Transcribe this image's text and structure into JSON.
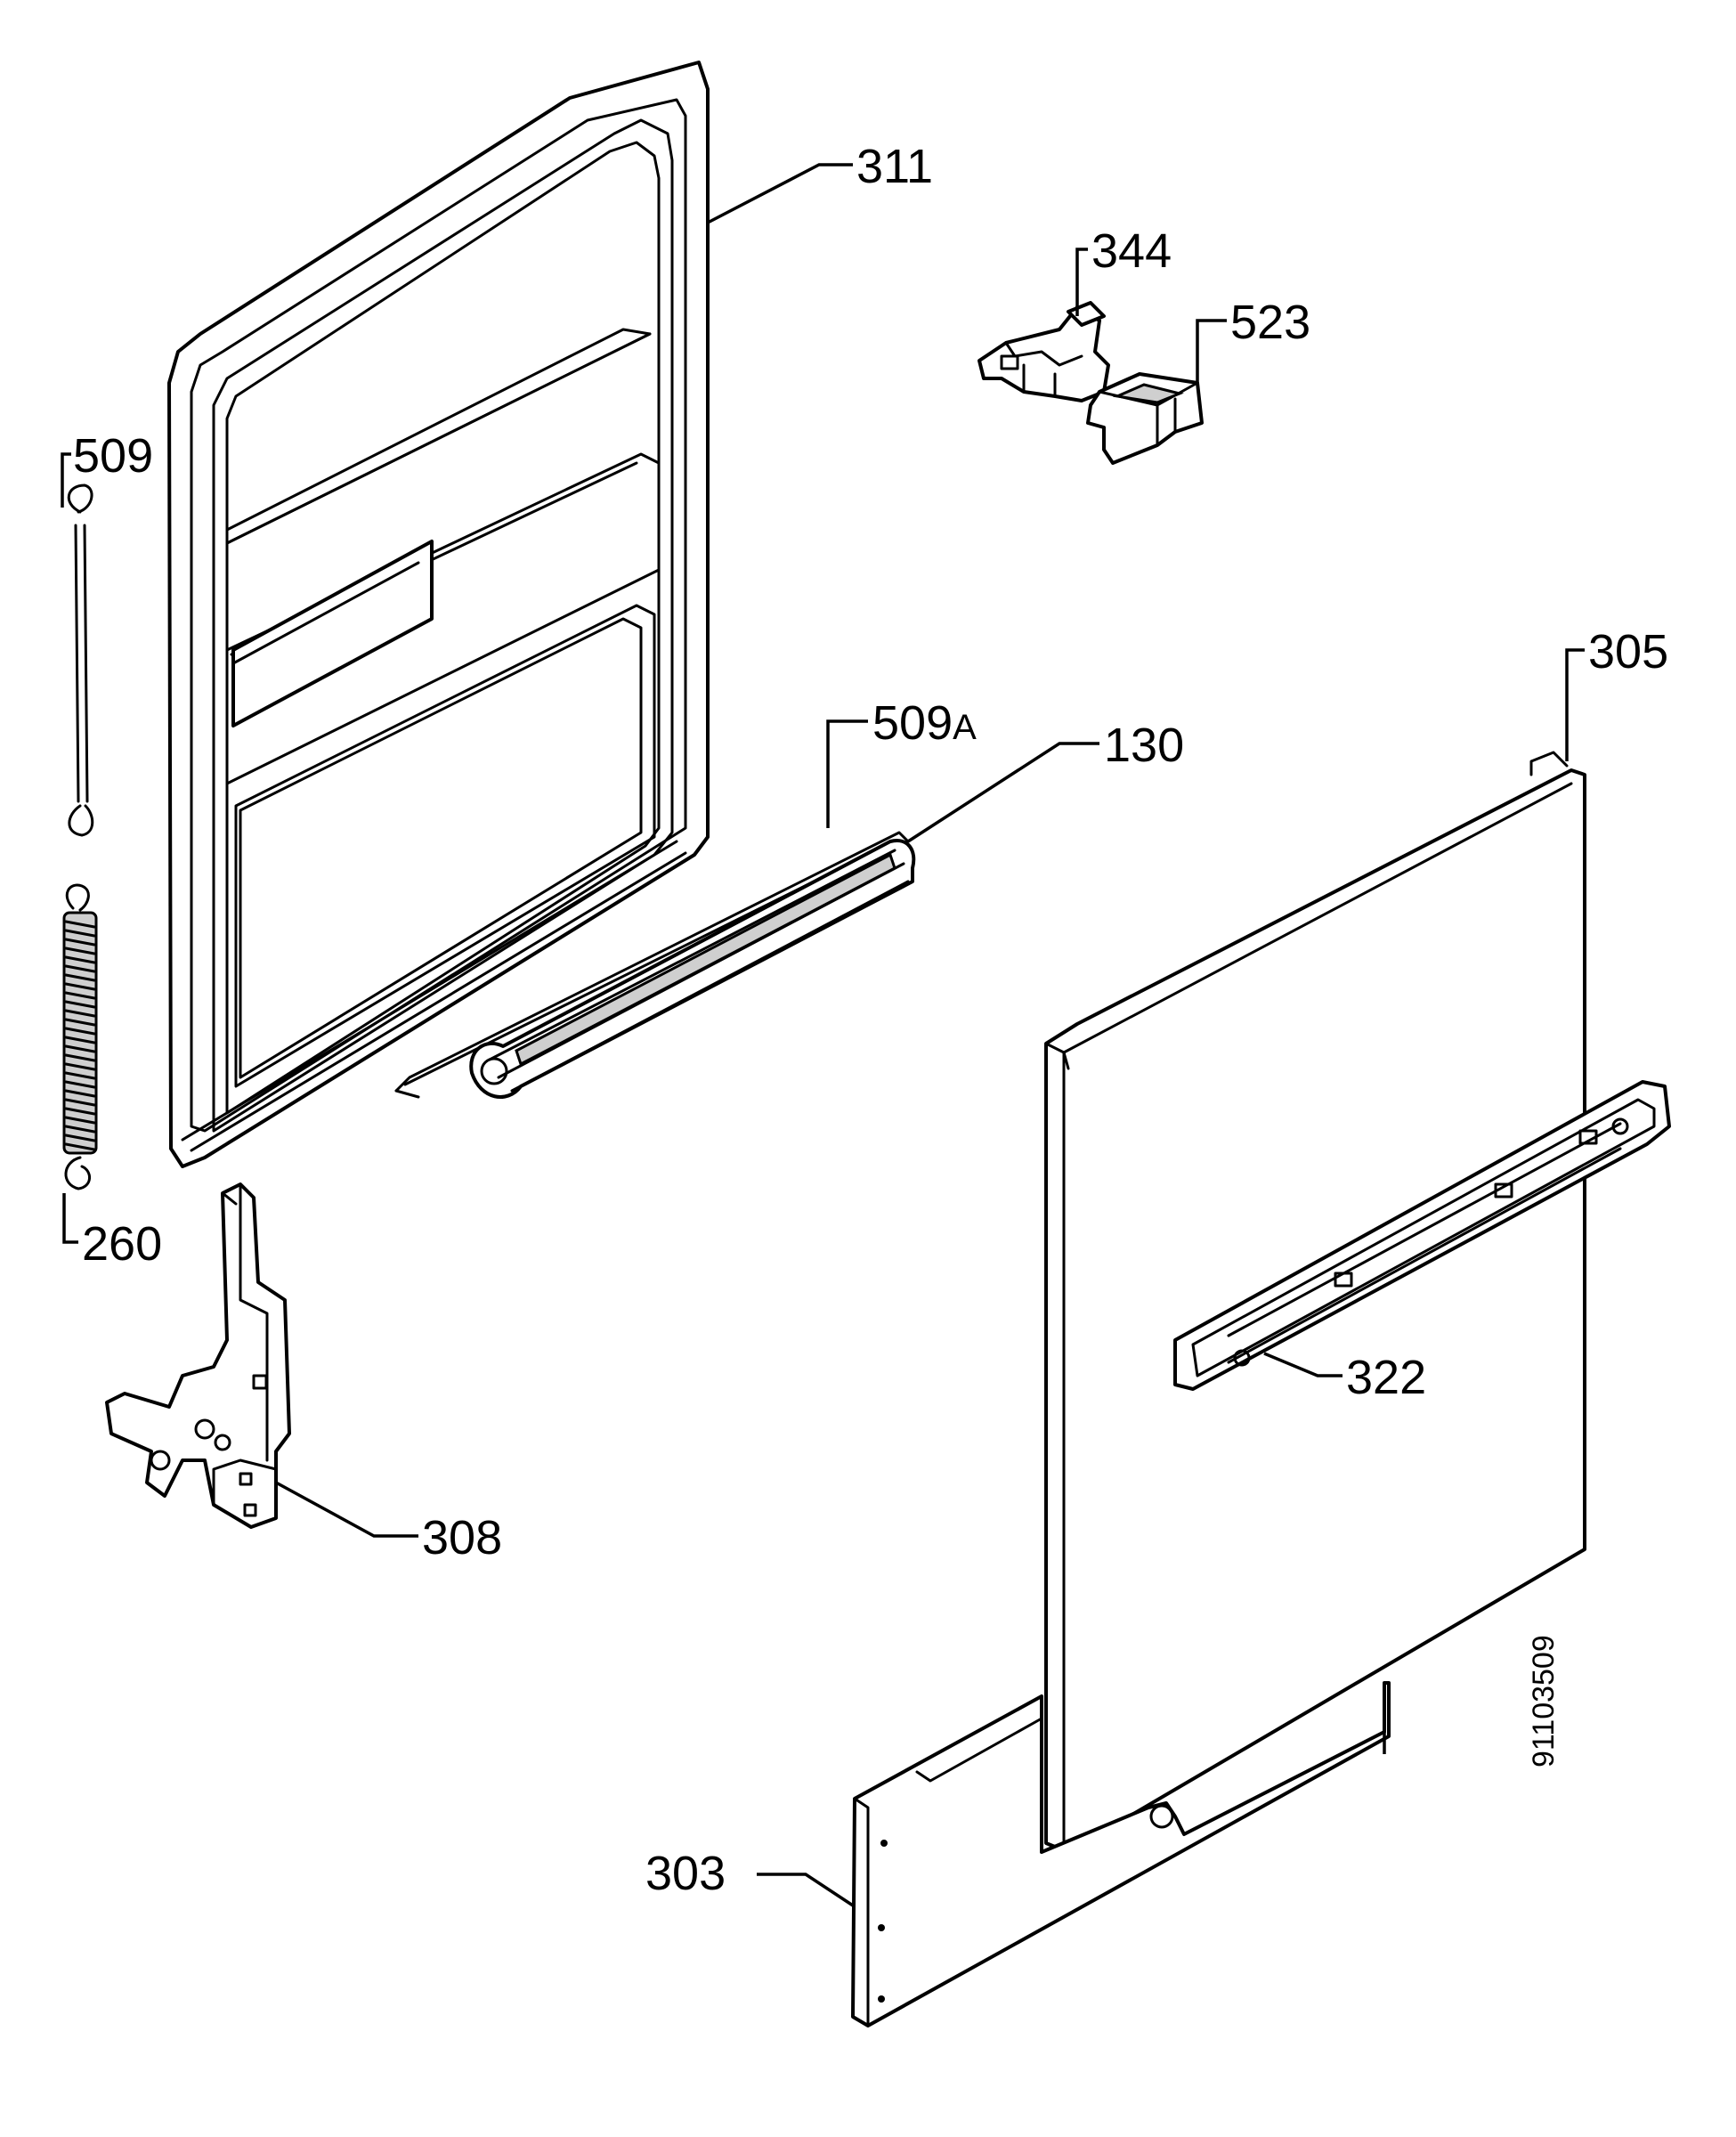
{
  "labels": {
    "p311": "311",
    "p344": "344",
    "p523": "523",
    "p509": "509",
    "p509a_num": "509",
    "p509a_suffix": "A",
    "p130": "130",
    "p305": "305",
    "p260": "260",
    "p322": "322",
    "p308": "308",
    "p303": "303"
  },
  "document_number": "91103509"
}
